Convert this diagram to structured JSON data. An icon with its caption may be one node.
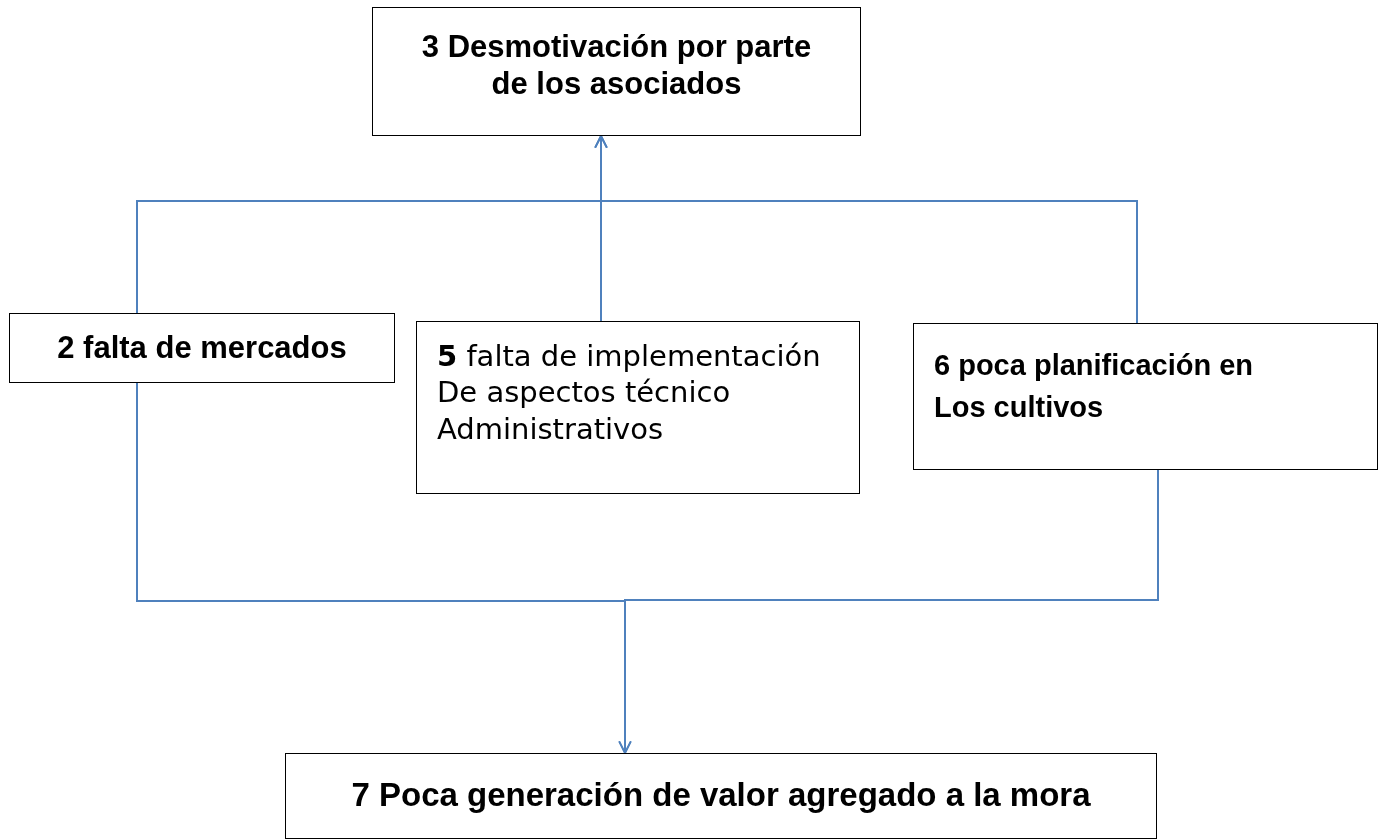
{
  "diagram": {
    "nodes": [
      {
        "text": [
          "3 Desmotivación por parte de los asociados"
        ]
      },
      {
        "text": [
          "2 falta de mercados"
        ]
      },
      {
        "text": [
          "**5** falta de implementación De aspectos técnico Administrativos"
        ]
      },
      {
        "text": [
          "6 poca planificación en Los cultivos"
        ]
      },
      {
        "text": [
          "7 Poca generación de valor agregado a la mora"
        ]
      }
    ],
    "edges": [
      {
        "from": 1,
        "to": 0,
        "arrow": "to"
      },
      {
        "from": 2,
        "to": 0,
        "arrow": "to"
      },
      {
        "from": 3,
        "to": 0,
        "arrow": "to"
      },
      {
        "from": 1,
        "to": 4,
        "arrow": "to"
      },
      {
        "from": 3,
        "to": 4,
        "arrow": "to"
      }
    ]
  }
}
